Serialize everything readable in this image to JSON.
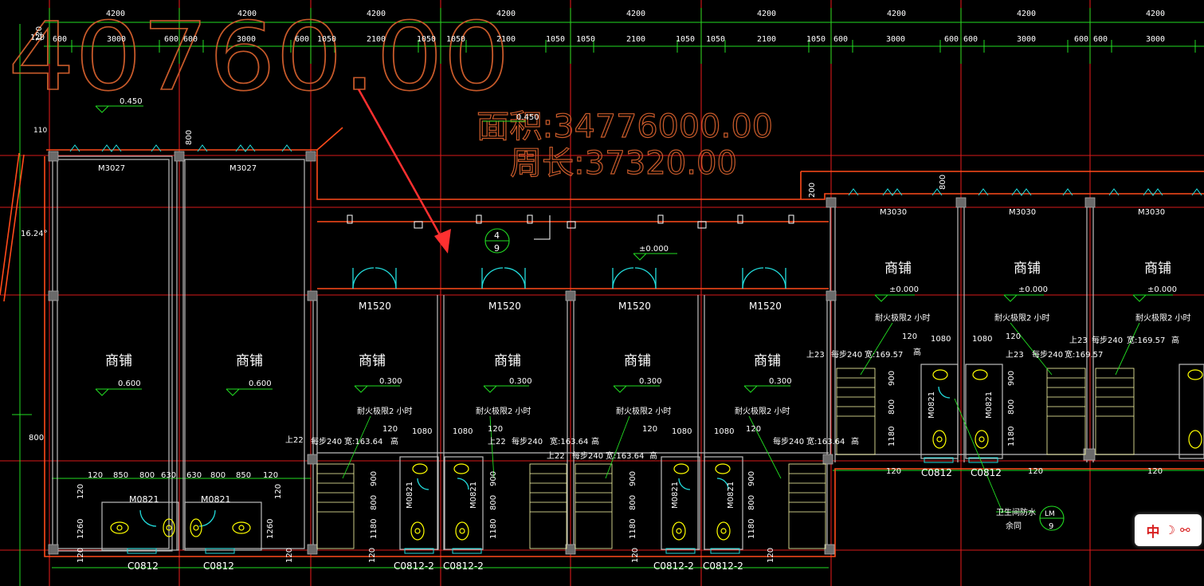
{
  "drawing": {
    "length_value": "40760.00",
    "area_label": "面积:34776000.00",
    "perimeter_label": "周长:37320.00",
    "dims_top": [
      "4200",
      "4200",
      "4200",
      "4200",
      "4200",
      "4200",
      "4200",
      "4200",
      "4200"
    ],
    "dims_sub": [
      "120",
      "600",
      "3000",
      "600",
      "600",
      "3000",
      "600",
      "1050",
      "2100",
      "1050",
      "1050",
      "2100",
      "1050",
      "1050",
      "2100",
      "1050",
      "1050",
      "2100",
      "1050",
      "600",
      "3000",
      "600",
      "600",
      "3000",
      "600",
      "600",
      "3000"
    ],
    "doors": {
      "m3027": "M3027",
      "m1520": "M1520",
      "m3030": "M3030",
      "m0821": "M0821",
      "m0821_v": "M0821"
    },
    "windows": {
      "c0812": "C0812",
      "c0812_2": "C0812-2"
    },
    "shop_label": "商铺",
    "fire_label": "耐火极限2 小时",
    "stair_up_22": "上22",
    "stair_up_23": "上23",
    "step_label": "每步240",
    "width_label_a": "宽:163.64",
    "width_label_b": "宽:169.57",
    "high_label": "高",
    "elev": {
      "e450": "0.450",
      "e600": "0.600",
      "e300": "0.300",
      "e000": "±0.000"
    },
    "angle": "16.24°",
    "bubble": {
      "top": "4",
      "bottom": "9"
    },
    "bubble2": {
      "top": "LM",
      "bottom": "9"
    },
    "bath_note": "卫生间防水",
    "other_note": "余同",
    "small": {
      "d120": "120",
      "d110": "110",
      "d800": "800",
      "d200": "200",
      "d900": "900",
      "d1080": "1080",
      "d1180": "1180",
      "d1260": "1260",
      "d850": "850",
      "d630": "630"
    }
  },
  "ime": {
    "label": "中",
    "moon": "☽",
    "shirt": "⚯"
  },
  "colors": {
    "bg": "#000000",
    "wall": "#ff4a1a",
    "grid": "#e01818",
    "dim": "#22dd22",
    "text": "#ffffff",
    "fixture": "#ffff00",
    "door": "#22dddd",
    "big": "#c85a2a",
    "arrow": "#ff3030"
  }
}
